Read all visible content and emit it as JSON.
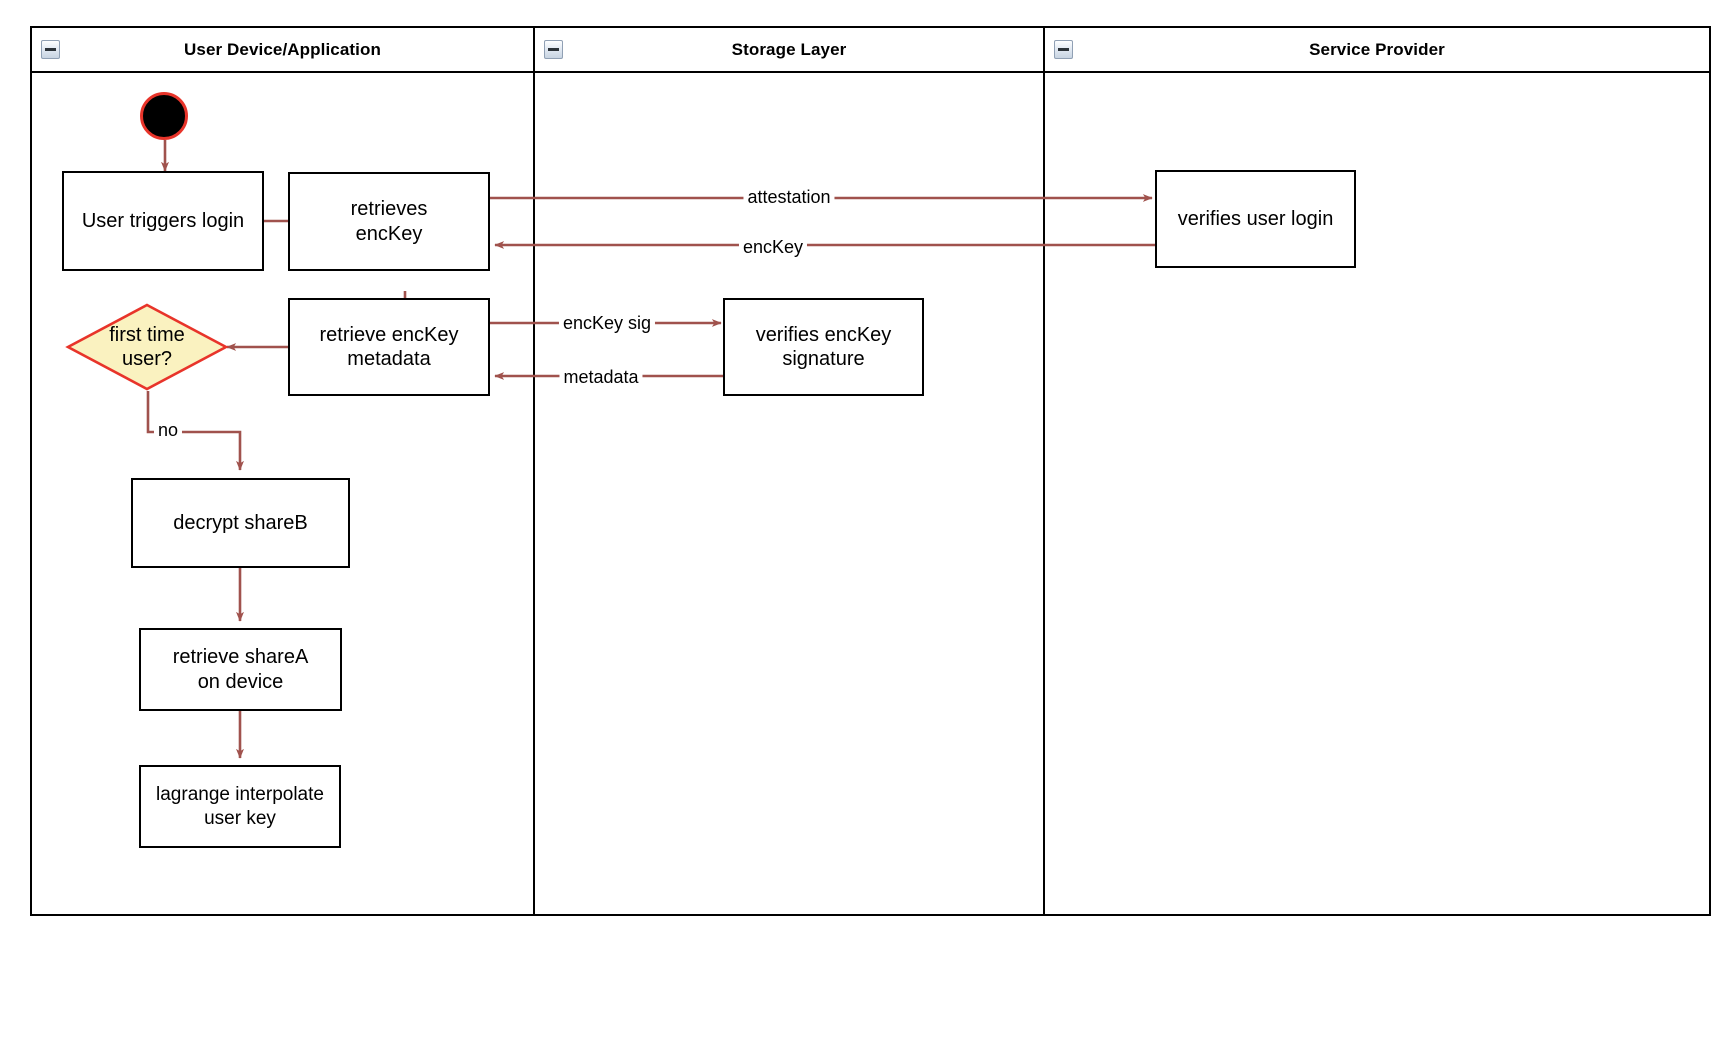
{
  "diagram": {
    "type": "swimlane-activity-diagram",
    "lanes": [
      {
        "id": "user-device",
        "title": "User Device/Application",
        "collapse_icon": "collapse-minus-icon"
      },
      {
        "id": "storage-layer",
        "title": "Storage Layer",
        "collapse_icon": "collapse-minus-icon"
      },
      {
        "id": "service-provider",
        "title": "Service Provider",
        "collapse_icon": "collapse-minus-icon"
      }
    ],
    "nodes": [
      {
        "id": "start",
        "shape": "start-circle",
        "lane": "user-device",
        "label": ""
      },
      {
        "id": "user-triggers-login",
        "shape": "rect",
        "lane": "user-device",
        "label": "User triggers login"
      },
      {
        "id": "retrieves-enckey",
        "shape": "rect",
        "lane": "user-device",
        "label": "retrieves\nencKey"
      },
      {
        "id": "retrieve-enckey-metadata",
        "shape": "rect",
        "lane": "user-device",
        "label": "retrieve encKey\nmetadata"
      },
      {
        "id": "first-time-user",
        "shape": "diamond",
        "lane": "user-device",
        "label": "first time\nuser?"
      },
      {
        "id": "decrypt-shareb",
        "shape": "rect",
        "lane": "user-device",
        "label": "decrypt shareB"
      },
      {
        "id": "retrieve-sharea-on-device",
        "shape": "rect",
        "lane": "user-device",
        "label": "retrieve shareA\non device"
      },
      {
        "id": "lagrange-interpolate-user-key",
        "shape": "rect",
        "lane": "user-device",
        "label": "lagrange interpolate\nuser key"
      },
      {
        "id": "verifies-enckey-signature",
        "shape": "rect",
        "lane": "storage-layer",
        "label": "verifies encKey\nsignature"
      },
      {
        "id": "verifies-user-login",
        "shape": "rect",
        "lane": "service-provider",
        "label": "verifies user login"
      }
    ],
    "edges": [
      {
        "id": "start-to-login",
        "from": "start",
        "to": "user-triggers-login",
        "label": ""
      },
      {
        "id": "login-to-retrieves",
        "from": "user-triggers-login",
        "to": "retrieves-enckey",
        "label": ""
      },
      {
        "id": "retrieves-to-provider",
        "from": "retrieves-enckey",
        "to": "verifies-user-login",
        "label": "attestation"
      },
      {
        "id": "provider-to-retrieves",
        "from": "verifies-user-login",
        "to": "retrieves-enckey",
        "label": "encKey"
      },
      {
        "id": "retrieves-to-metadata",
        "from": "retrieves-enckey",
        "to": "retrieve-enckey-metadata",
        "label": ""
      },
      {
        "id": "metadata-to-verifies-sig",
        "from": "retrieve-enckey-metadata",
        "to": "verifies-enckey-signature",
        "label": "encKey sig"
      },
      {
        "id": "verifies-sig-to-metadata",
        "from": "verifies-enckey-signature",
        "to": "retrieve-enckey-metadata",
        "label": "metadata"
      },
      {
        "id": "metadata-to-decision",
        "from": "retrieve-enckey-metadata",
        "to": "first-time-user",
        "label": ""
      },
      {
        "id": "decision-to-decrypt",
        "from": "first-time-user",
        "to": "decrypt-shareb",
        "label": "no"
      },
      {
        "id": "decrypt-to-retrieve-sharea",
        "from": "decrypt-shareb",
        "to": "retrieve-sharea-on-device",
        "label": ""
      },
      {
        "id": "retrieve-sharea-to-lagrange",
        "from": "retrieve-sharea-on-device",
        "to": "lagrange-interpolate-user-key",
        "label": ""
      }
    ],
    "colors": {
      "edge": "#A0524D",
      "node_border": "#000000",
      "node_fill": "#FFFFFF",
      "decision_fill": "#FAF2C0",
      "decision_border": "#E8342A",
      "start_fill": "#000000",
      "start_border": "#E8342A",
      "lane_border": "#000000",
      "text": "#000000",
      "background": "#FFFFFF"
    }
  }
}
